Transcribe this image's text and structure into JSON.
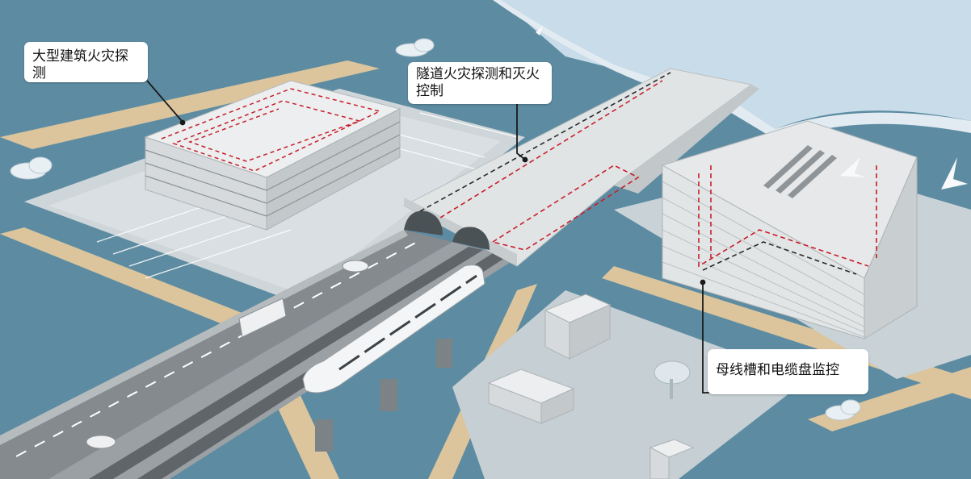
{
  "callouts": {
    "building": "大型建筑火灾探测",
    "tunnel": "隧道火灾探测和灭火控制",
    "busway": "母线槽和电缆盘监控"
  },
  "colors": {
    "water": "#5b8aa0",
    "sea": "#c8dbe8",
    "sand": "#d9c39a",
    "ground": "#cfd8dc",
    "building": "#e4e6e7",
    "road": "#7f8588",
    "cable": "#c81e2a",
    "leader": "#1a1a1a"
  }
}
